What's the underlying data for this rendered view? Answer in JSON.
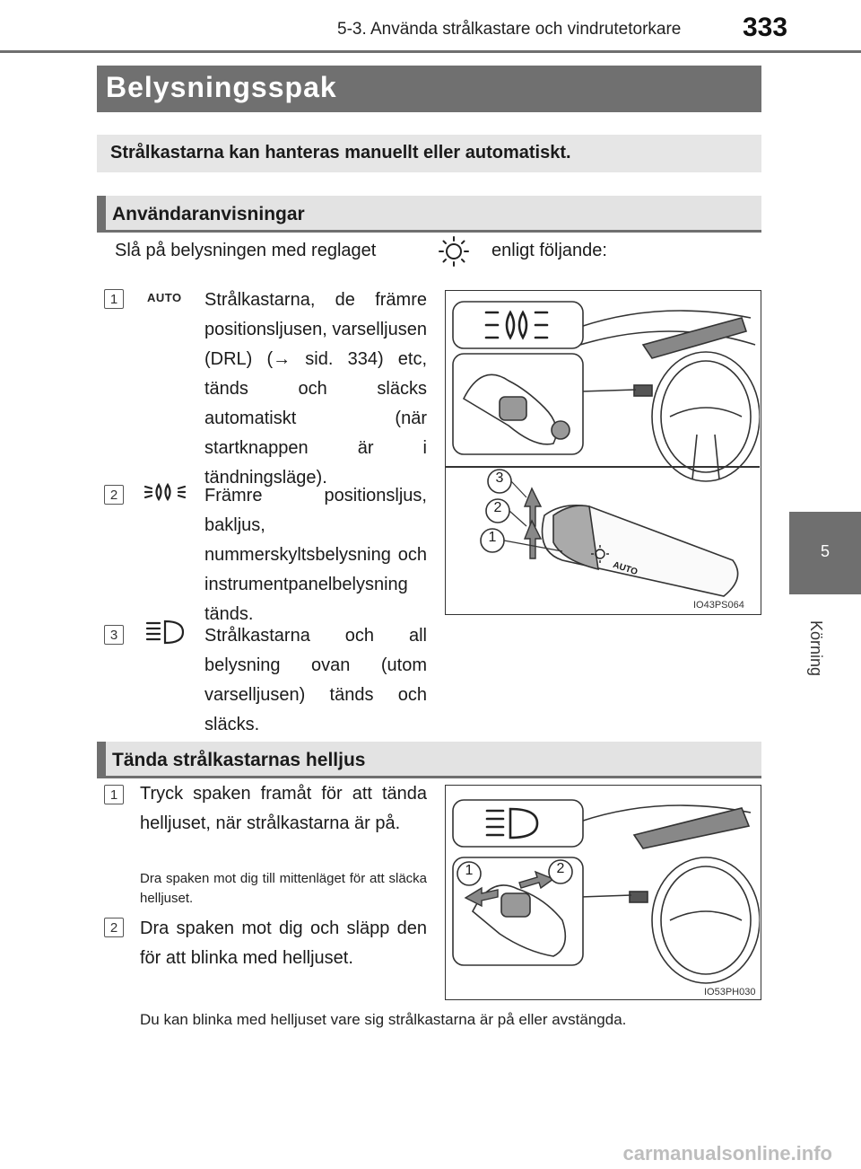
{
  "header": {
    "section": "5-3. Använda strålkastare och vindrutetorkare",
    "page_number": "333"
  },
  "side_tab": {
    "chapter_number": "5",
    "chapter_label": "Körning"
  },
  "title": "Belysningsspak",
  "intro": "Strålkastarna kan hanteras manuellt eller automatiskt.",
  "section1": {
    "heading": "Användaranvisningar",
    "lead_before": "Slå på belysningen med reglaget",
    "lead_after": "enligt följande:",
    "items": [
      {
        "num": "1",
        "symbol_label": "AUTO",
        "text": "Strålkastarna, de främre positionsljusen, varselljusen (DRL) (→ sid. 334) etc, tänds och släcks automatiskt (när startknappen är i tändningsläge)."
      },
      {
        "num": "2",
        "text": "Främre positionsljus, bakljus, nummerskyltsbelysning och instrumentpanelbelysning tänds."
      },
      {
        "num": "3",
        "text": "Strålkastarna och all belysning ovan (utom varselljusen) tänds och släcks."
      }
    ],
    "figure_code": "IO43PS064",
    "figure_callouts": [
      "3",
      "2",
      "1"
    ],
    "switch_label": "AUTO"
  },
  "section2": {
    "heading": "Tända strålkastarnas helljus",
    "items": [
      {
        "num": "1",
        "text": "Tryck spaken framåt för att tända helljuset, när strålkastarna är på.",
        "note": "Dra spaken mot dig till mittenläget för att släcka helljuset."
      },
      {
        "num": "2",
        "text": "Dra spaken mot dig och släpp den för att blinka med helljuset."
      }
    ],
    "figure_code": "IO53PH030",
    "figure_callouts": [
      "1",
      "2"
    ],
    "footer": "Du kan blinka med helljuset vare sig strålkastarna är på eller avstängda."
  },
  "watermark": "carmanualsonline.info"
}
